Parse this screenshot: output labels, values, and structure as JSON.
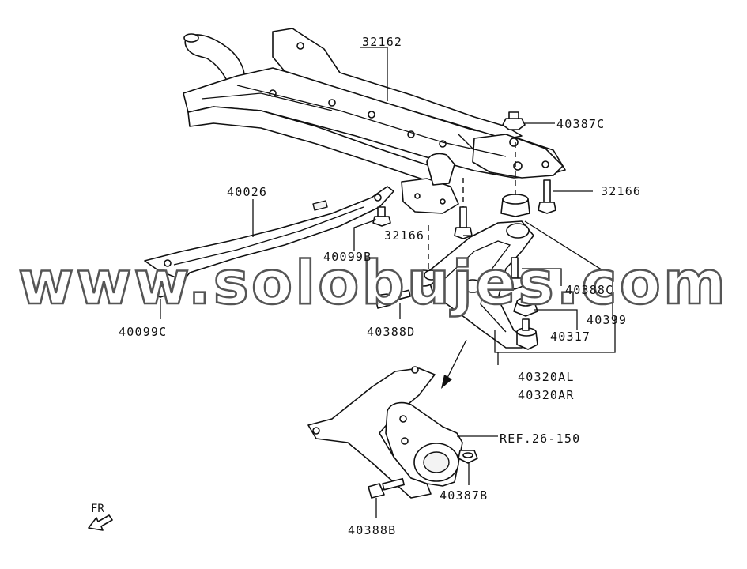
{
  "diagram": {
    "watermark": "www.solobujes.com",
    "labels": {
      "p32162": "32162",
      "p40387C": "40387C",
      "p32166_right": "32166",
      "p40026": "40026",
      "p32166_center": "32166",
      "p40099B": "40099B",
      "p40388C": "40388C",
      "p40399": "40399",
      "p40099C": "40099C",
      "p40388D": "40388D",
      "p40317": "40317",
      "p40320AL": "40320AL",
      "p40320AR": "40320AR",
      "ref": "REF.26-150",
      "p40387B": "40387B",
      "p40388B": "40388B",
      "fr": "FR"
    }
  }
}
